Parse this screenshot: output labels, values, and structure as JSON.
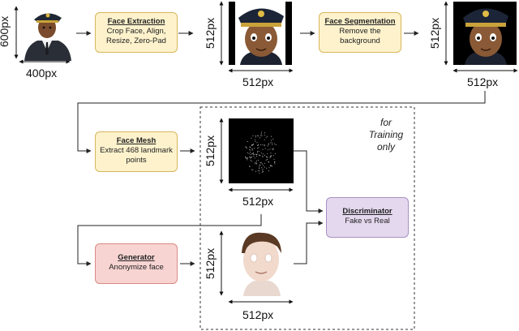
{
  "input": {
    "width_label": "400px",
    "height_label": "600px"
  },
  "face_extraction": {
    "title": "Face Extraction",
    "line1": "Crop Face, Align,",
    "line2": "Resize, Zero-Pad"
  },
  "crop": {
    "width_label": "512px",
    "height_label": "512px"
  },
  "face_segmentation": {
    "title": "Face Segmentation",
    "line1": "Remove the",
    "line2": "background"
  },
  "segmented": {
    "width_label": "512px",
    "height_label": "512px"
  },
  "face_mesh": {
    "title": "Face Mesh",
    "line1": "Extract 468 landmark",
    "line2": "points"
  },
  "mesh": {
    "width_label": "512px",
    "height_label": "512px"
  },
  "generator": {
    "title": "Generator",
    "line1": "Anonymize face"
  },
  "generated": {
    "width_label": "512px",
    "height_label": "512px"
  },
  "discriminator": {
    "title": "Discriminator",
    "line1": "Fake vs Real"
  },
  "training_note": {
    "line1": "for",
    "line2": "Training",
    "line3": "only"
  },
  "colors": {
    "yellow_box": "#fdf2cc",
    "red_box": "#f7d4d2",
    "purple_box": "#e4d8ee",
    "arrow": "#222222"
  }
}
